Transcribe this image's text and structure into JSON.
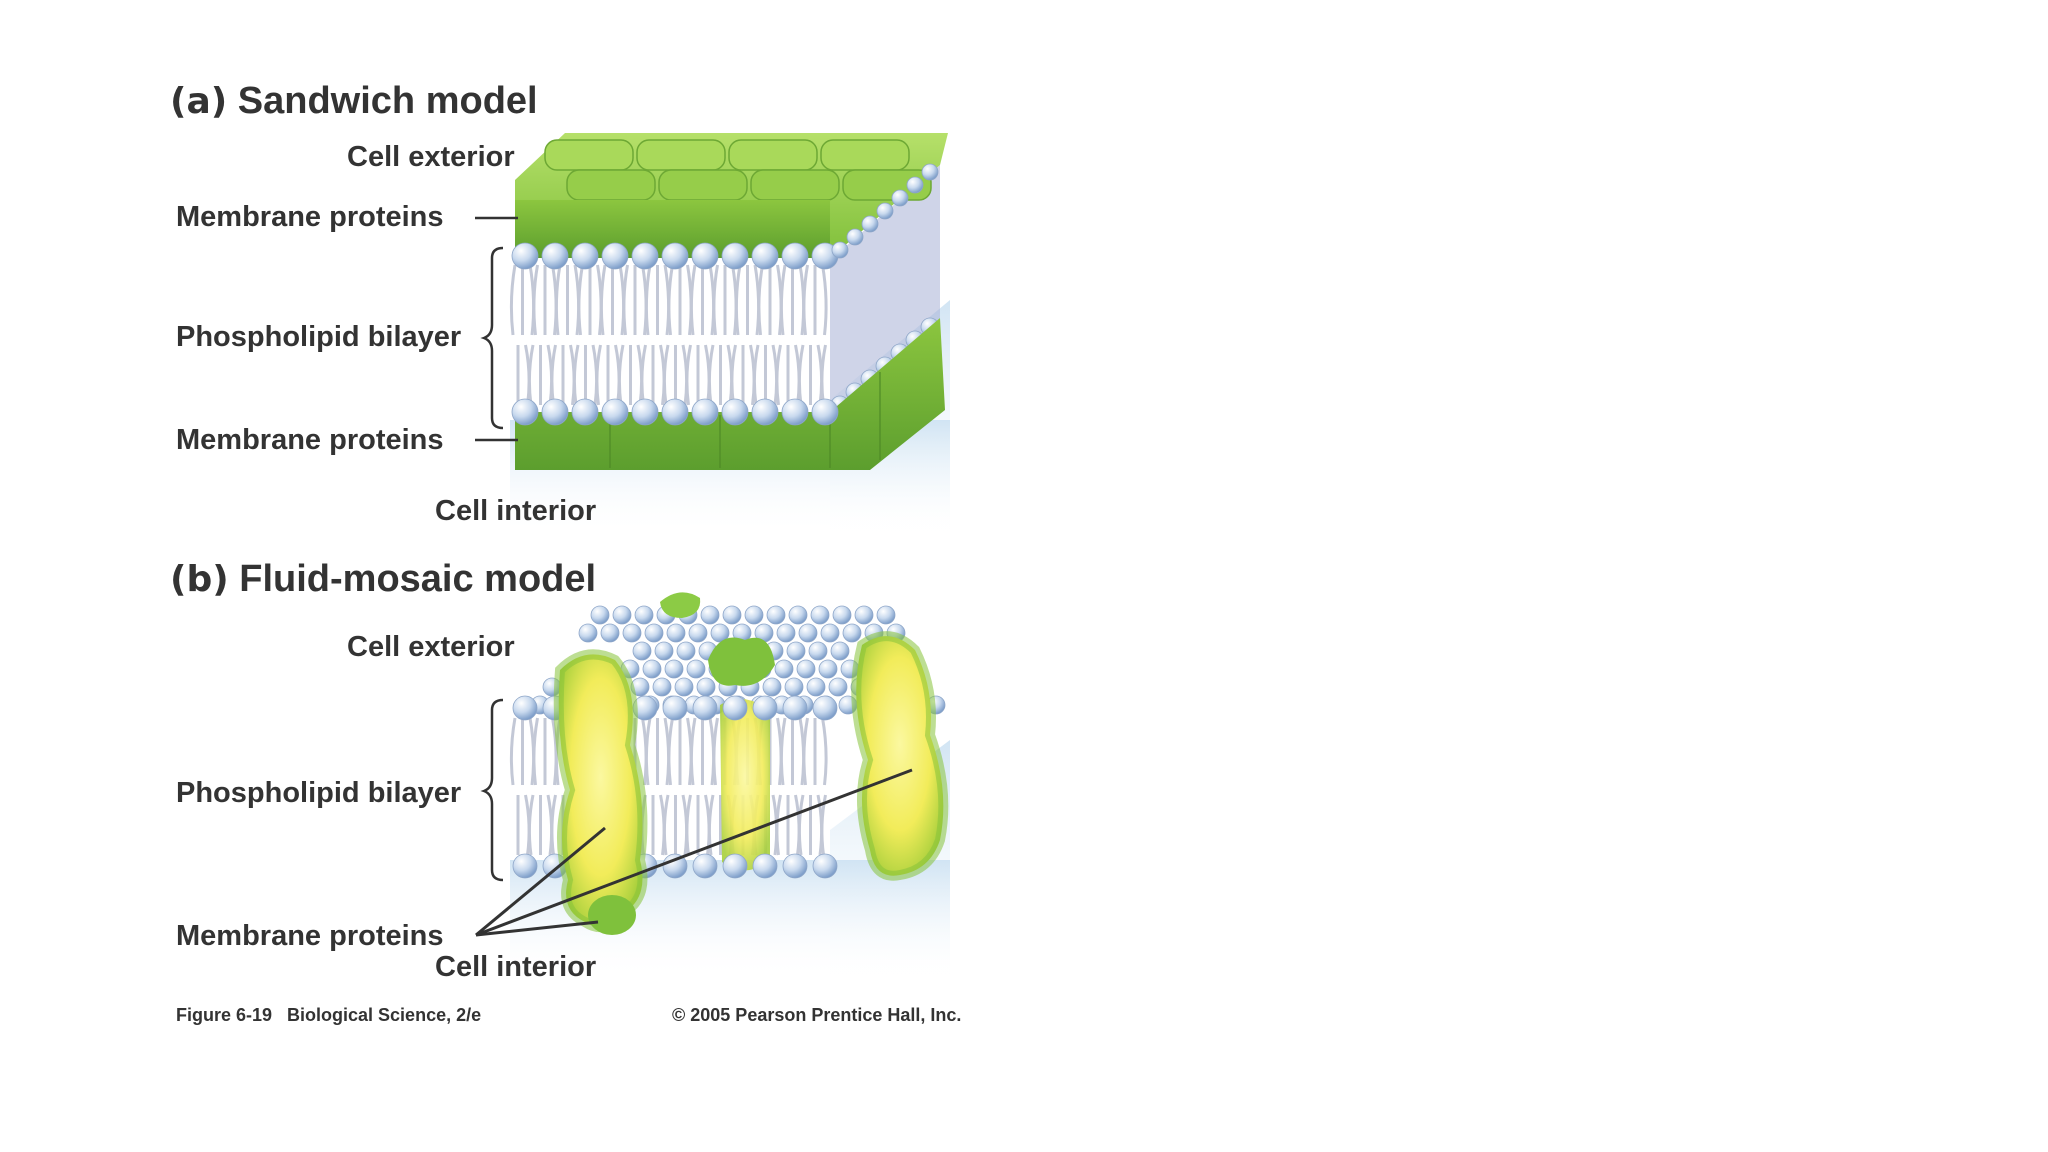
{
  "panel_a": {
    "tag": "(a)",
    "title": "Sandwich model",
    "cell_exterior": "Cell exterior",
    "membrane_proteins_top": "Membrane proteins",
    "phospholipid_bilayer": "Phospholipid bilayer",
    "membrane_proteins_bottom": "Membrane proteins",
    "cell_interior": "Cell interior"
  },
  "panel_b": {
    "tag": "(b)",
    "title": "Fluid-mosaic model",
    "cell_exterior": "Cell exterior",
    "phospholipid_bilayer": "Phospholipid bilayer",
    "membrane_proteins": "Membrane proteins",
    "cell_interior": "Cell interior"
  },
  "footer": {
    "figure": "Figure 6-19   Biological Science, 2/e",
    "copyright": "© 2005 Pearson Prentice Hall, Inc."
  },
  "colors": {
    "protein_green": "#8cc63f",
    "protein_dark": "#5c9e2e",
    "protein_yellow": "#f2ec5a",
    "head_blue": "#c8d9ee",
    "head_dark": "#7f9fca",
    "tail": "#c9cdd9",
    "water": "#d6e8f5",
    "text": "#333333"
  }
}
